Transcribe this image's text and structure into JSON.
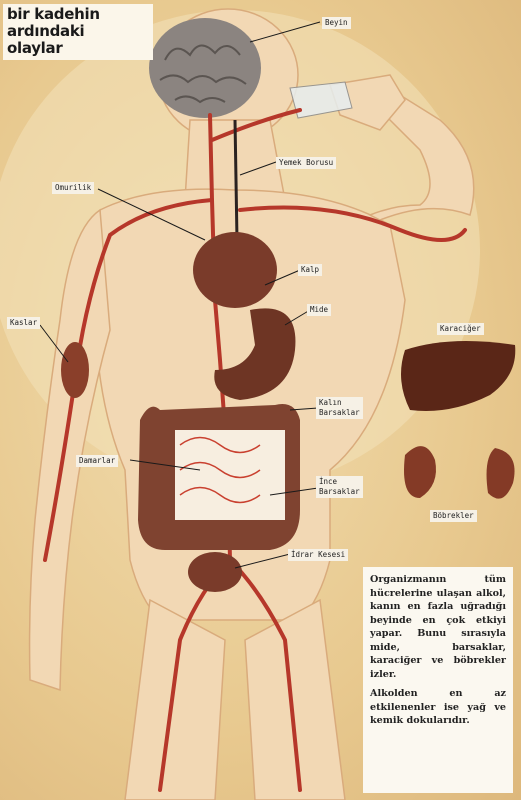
{
  "title": {
    "line1": "bir kadehin",
    "line2": "ardındaki",
    "line3": "olaylar"
  },
  "labels": {
    "beyin": "Beyin",
    "yemek_borusu": "Yemek Borusu",
    "omurilik": "Omurilik",
    "kalp": "Kalp",
    "mide": "Mide",
    "kaslar": "Kaslar",
    "karaciger": "Karaciğer",
    "kalin_barsaklar_1": "Kalın",
    "kalin_barsaklar_2": "Barsaklar",
    "damarlar": "Damarlar",
    "ince_barsaklar_1": "İnce",
    "ince_barsaklar_2": "Barsaklar",
    "bobrekler": "Böbrekler",
    "idrar_kesesi": "İdrar Kesesi"
  },
  "description": {
    "paragraph1": "Organizmanın tüm hücrelerine ulaşan alkol, kanın en fazla uğradığı beyinde en çok etkiyi yapar. Bunu sırasıyla mide, barsaklar, karaciğer ve böbrekler izler.",
    "paragraph2": "Alkolden en az etkilenenler ise yağ ve kemik dokularıdır."
  },
  "colors": {
    "background": "#e9cf98",
    "body": "#f0d6b0",
    "artery": "#c0392b",
    "organ": "#7a3b2a"
  }
}
